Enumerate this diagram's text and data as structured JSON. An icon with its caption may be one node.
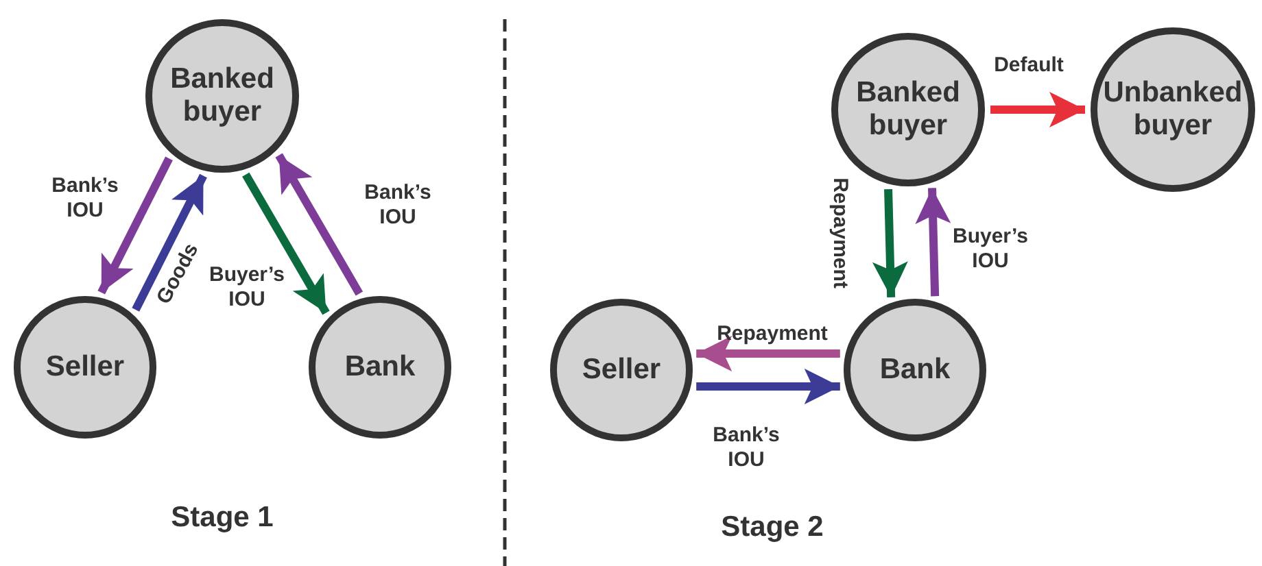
{
  "diagram": {
    "nodes": [
      {
        "text": [
          "Banked buyer"
        ]
      },
      {
        "text": [
          "Seller"
        ]
      },
      {
        "text": [
          "Bank"
        ]
      },
      {
        "text": [
          "Banked buyer"
        ]
      },
      {
        "text": [
          "Unbanked buyer"
        ]
      },
      {
        "text": [
          "Seller"
        ]
      },
      {
        "text": [
          "Bank"
        ]
      }
    ],
    "edges": [
      {
        "from": 0,
        "to": 1,
        "arrow": "to",
        "label": "Bank’s IOU",
        "color": "#7d3c98"
      },
      {
        "from": 1,
        "to": 0,
        "arrow": "to",
        "label": "Goods",
        "color": "#3c3c96"
      },
      {
        "from": 0,
        "to": 2,
        "arrow": "to",
        "label": "Buyer’s IOU",
        "color": "#0b6b3f"
      },
      {
        "from": 2,
        "to": 0,
        "arrow": "to",
        "label": "Bank’s IOU",
        "color": "#7d3c98"
      },
      {
        "from": 3,
        "to": 4,
        "arrow": "to",
        "label": "Default",
        "color": "#e8303a"
      },
      {
        "from": 3,
        "to": 6,
        "arrow": "to",
        "label": "Repayment",
        "color": "#0b6b3f"
      },
      {
        "from": 6,
        "to": 3,
        "arrow": "to",
        "label": "Buyer’s IOU",
        "color": "#7d3c98"
      },
      {
        "from": 6,
        "to": 5,
        "arrow": "to",
        "label": "Repayment",
        "color": "#a84d8e"
      },
      {
        "from": 5,
        "to": 6,
        "arrow": "to",
        "label": "Bank’s IOU",
        "color": "#3c3c96"
      }
    ],
    "labels": [
      "Stage 1",
      "Stage 2"
    ]
  }
}
